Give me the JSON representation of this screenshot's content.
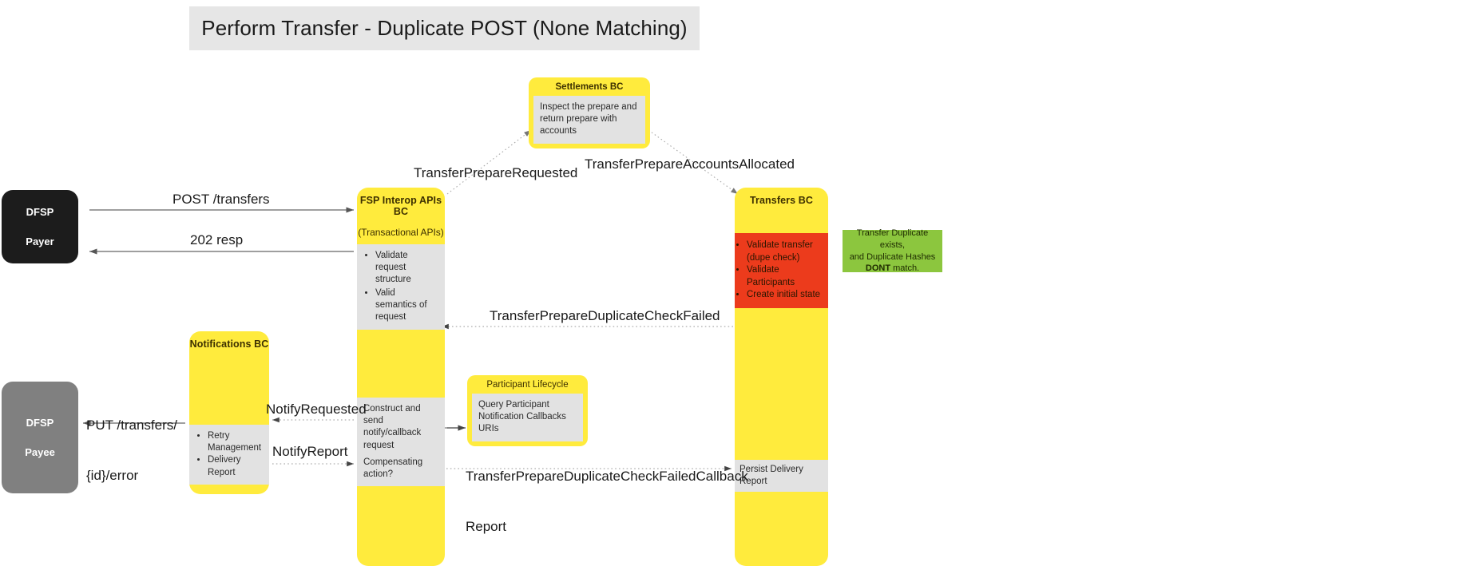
{
  "diagram": {
    "title": "Perform Transfer - Duplicate POST (None Matching)",
    "palette": {
      "lane_yellow": "#ffeb3d",
      "note_grey": "#e2e2e2",
      "alert_red": "#ec3b1c",
      "callout_green": "#8cc63e",
      "actor_payer": "#1c1c1c",
      "actor_payee": "#808080",
      "banner_grey": "#e6e6e6"
    }
  },
  "actors": {
    "payer": {
      "name": "DFSP",
      "role": "Payer"
    },
    "payee": {
      "name": "DFSP",
      "role": "Payee"
    }
  },
  "lanes": {
    "settlements": {
      "title": "Settlements BC",
      "note": "Inspect the prepare and return prepare with accounts"
    },
    "fsp_interop": {
      "title": "FSP Interop APIs BC",
      "subtitle": "(Transactional APIs)",
      "validations": [
        "Validate request structure",
        "Valid semantics of request"
      ],
      "construct_note": "Construct and send notify/callback request",
      "compensating_note": "Compensating action?"
    },
    "transfers": {
      "title": "Transfers BC",
      "alerts": [
        "Validate transfer (dupe check)",
        "Validate Participants",
        "Create initial state"
      ],
      "persist_note": "Persist Delivery Report"
    },
    "notifications": {
      "title": "Notifications BC",
      "items": [
        "Retry Management",
        "Delivery Report"
      ]
    },
    "participant_lifecycle": {
      "title": "Participant Lifecycle",
      "note": "Query Participant Notification Callbacks URIs"
    }
  },
  "callouts": {
    "duplicate_hash": {
      "line1": "Transfer Duplicate exists,",
      "line2": "and Duplicate Hashes",
      "emphasis": "DONT",
      "line3": " match."
    }
  },
  "edges": {
    "post_transfers": "POST /transfers",
    "resp_202": "202 resp",
    "transfer_prepare_requested": "TransferPrepareRequested",
    "transfer_prepare_accounts_allocated": "TransferPrepareAccountsAllocated",
    "duplicate_check_failed": "TransferPrepareDuplicateCheckFailed",
    "put_transfers_error_line1": "PUT /transfers/",
    "put_transfers_error_line2": "{id}/error",
    "notify_requested": "NotifyRequested",
    "notify_report": "NotifyReport",
    "duplicate_check_failed_callback_line1": "TransferPrepareDuplicateCheckFailedCallback",
    "duplicate_check_failed_callback_line2": "Report"
  }
}
